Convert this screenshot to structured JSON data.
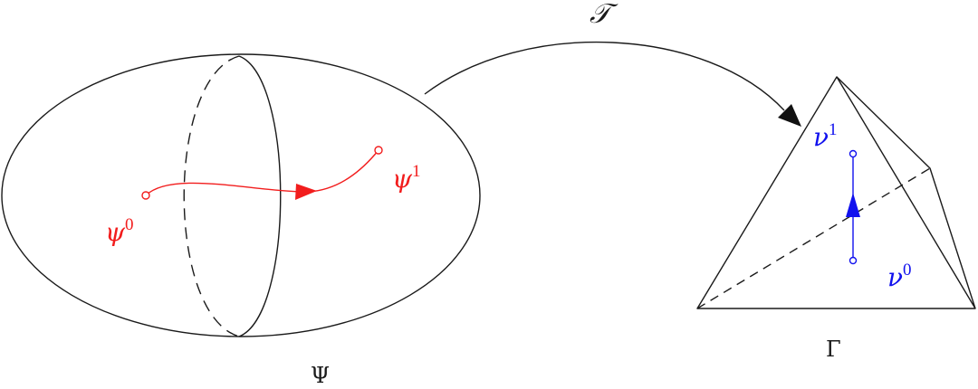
{
  "colors": {
    "outline": "#1a1a1a",
    "path_on_ellipsoid": "#f21d1d",
    "path_on_simplex": "#1111ee",
    "background": "#ffffff"
  },
  "labels": {
    "map_symbol": "𝒯",
    "left_space": "Ψ",
    "right_space": "Γ",
    "psi": {
      "base": "ψ",
      "start_sup": "0",
      "end_sup": "1"
    },
    "nu": {
      "base": "ν",
      "start_sup": "0",
      "end_sup": "1"
    }
  }
}
